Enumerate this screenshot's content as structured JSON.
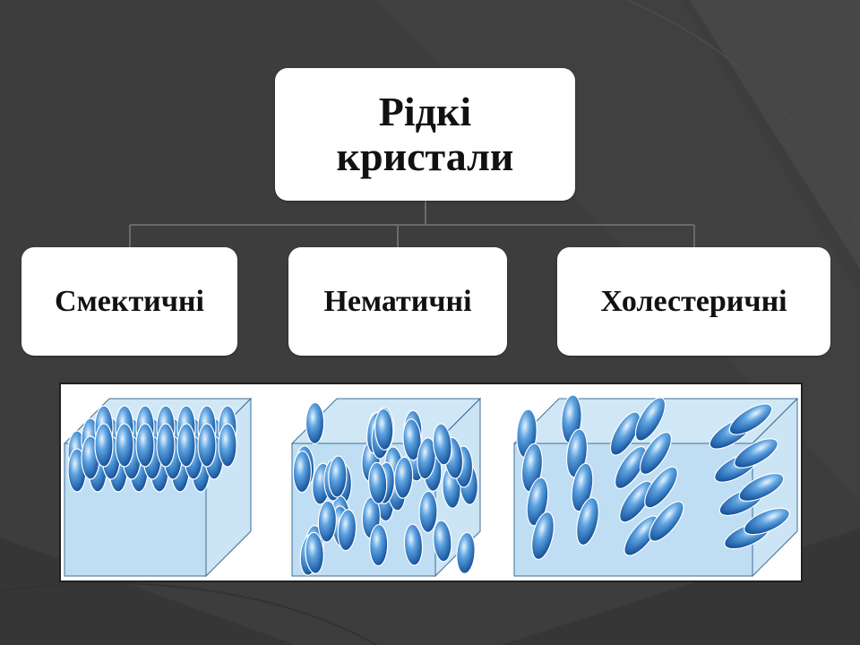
{
  "root": {
    "line1": "Рідкі",
    "line2": "кристали"
  },
  "children": [
    {
      "label": "Смектичні"
    },
    {
      "label": "Нематичні"
    },
    {
      "label": "Холестеричні"
    }
  ],
  "colors": {
    "background": "#3c3c3c",
    "box": "#ffffff",
    "text": "#111111",
    "connector": "#6a6a6a",
    "cube_fill": "#a9d3ef",
    "molecule": "#2a74c0"
  }
}
